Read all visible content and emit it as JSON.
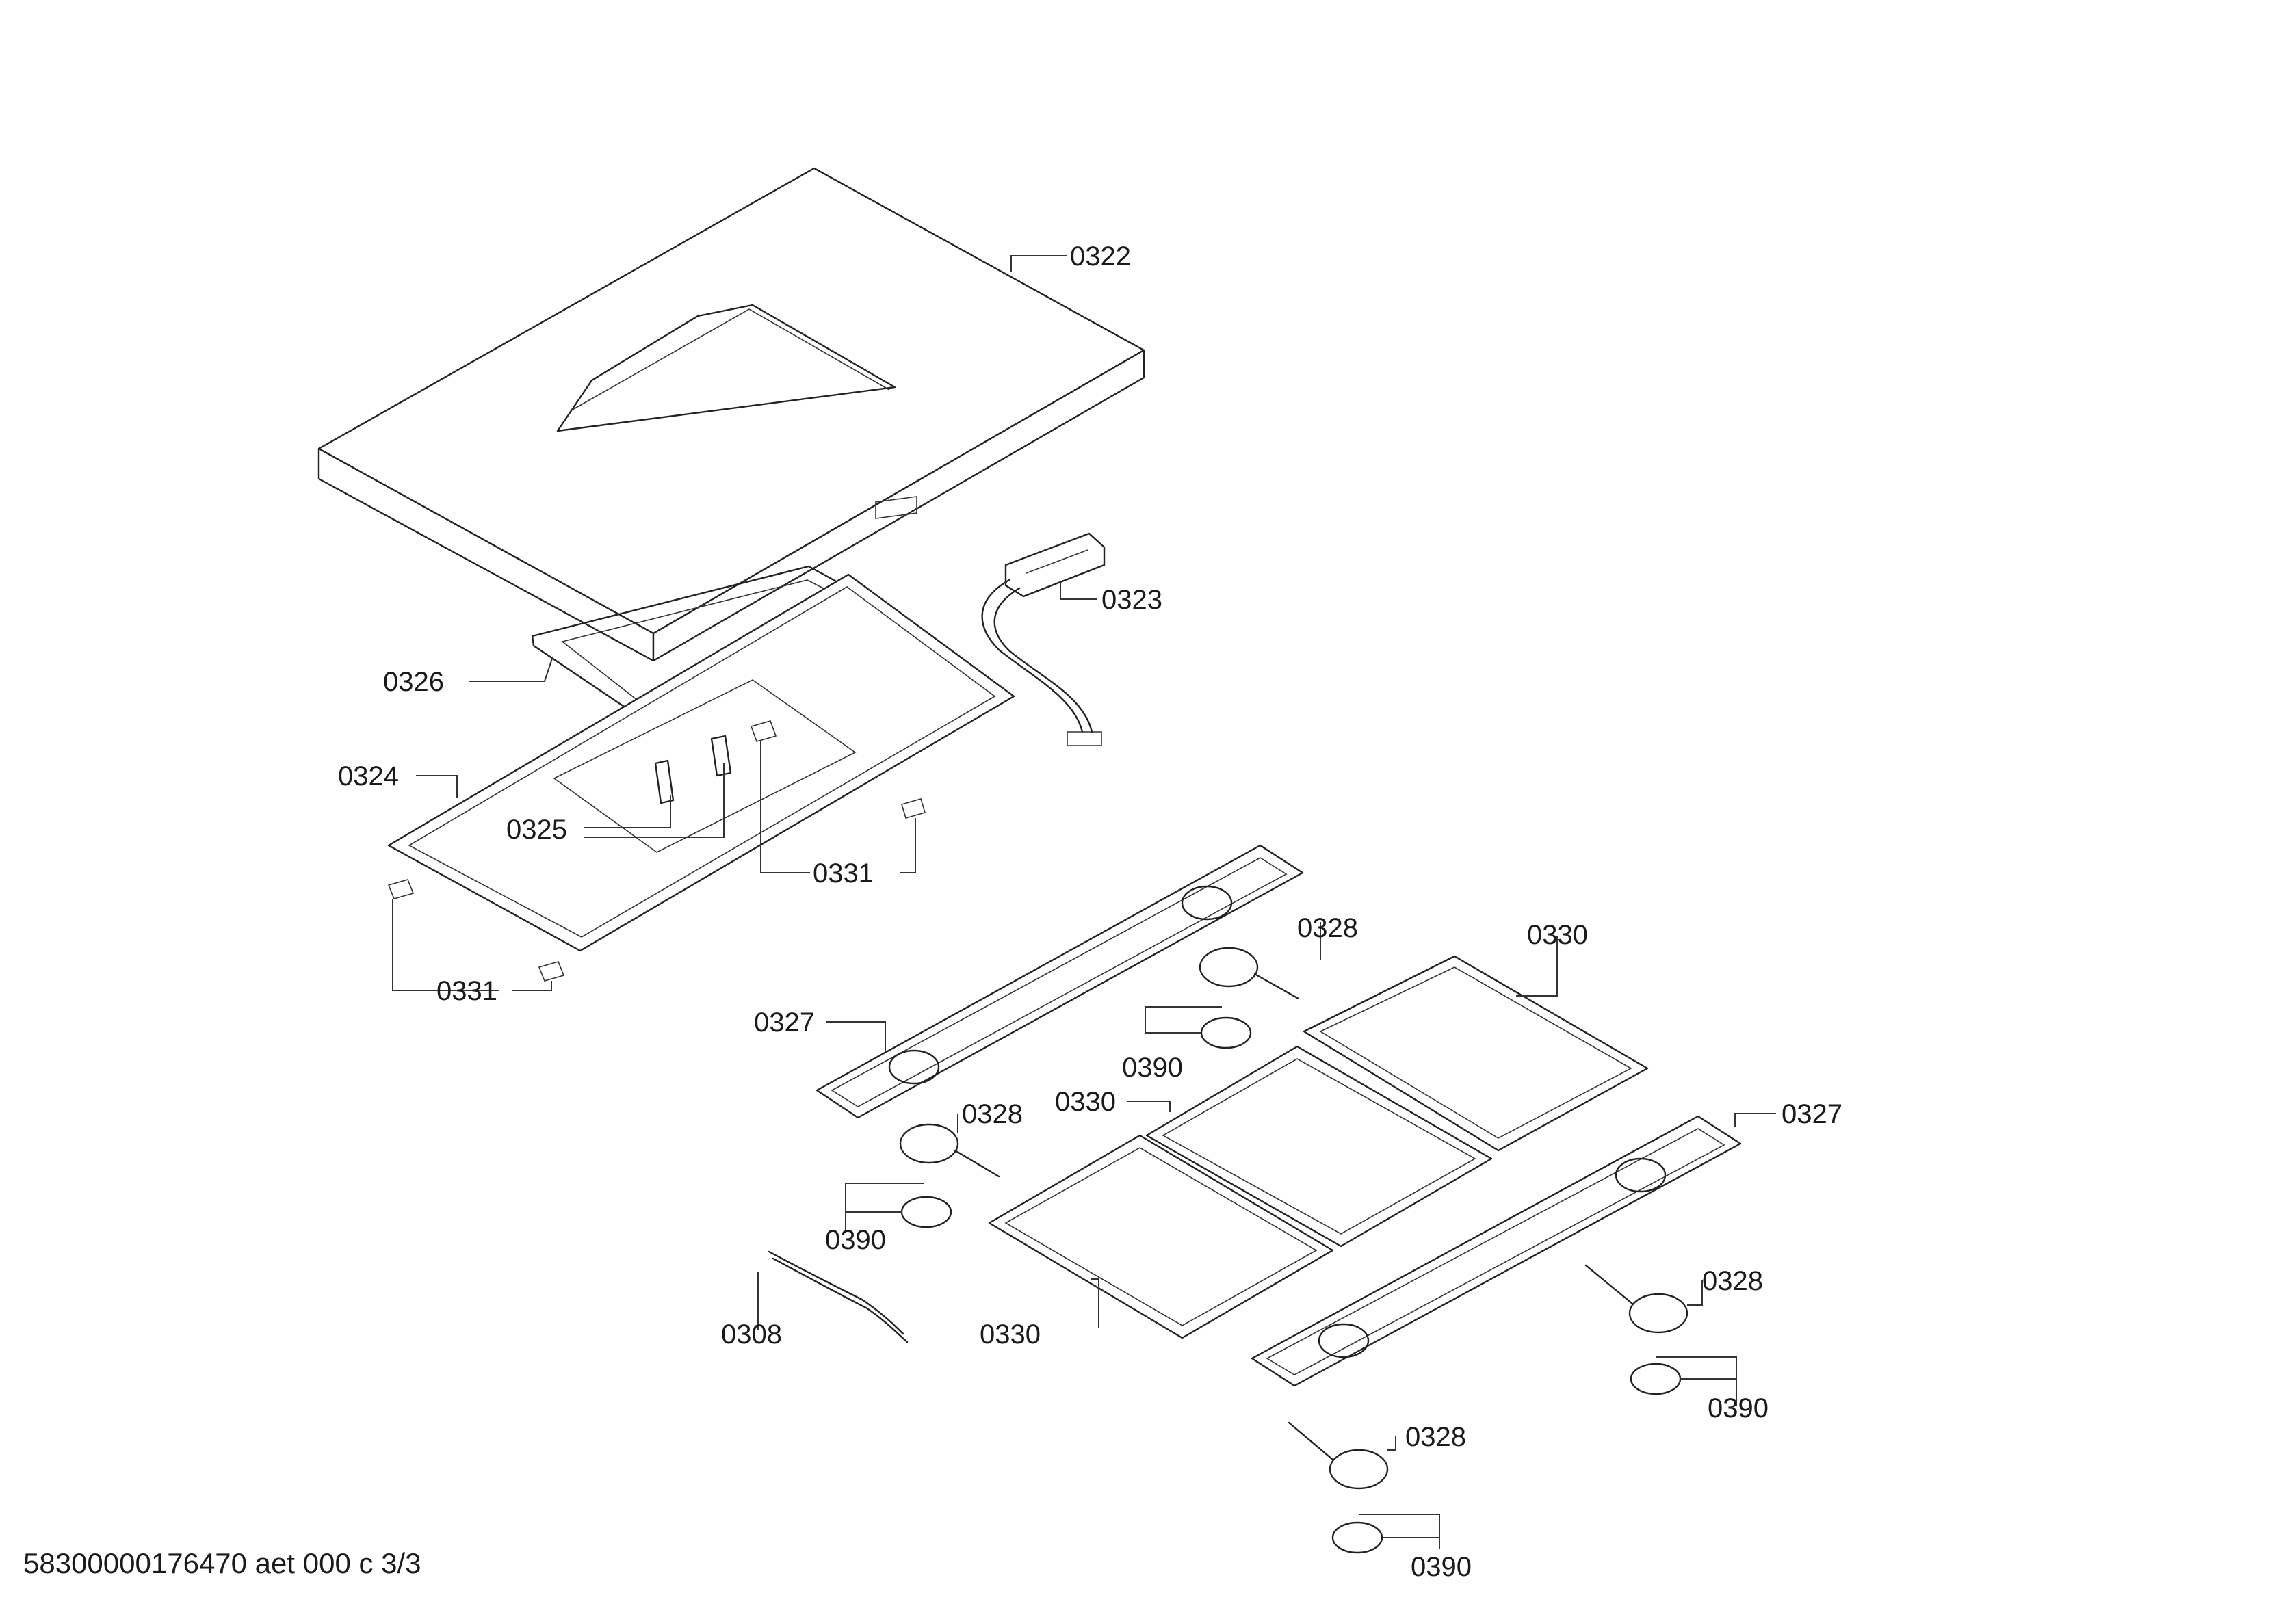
{
  "diagram": {
    "callouts": {
      "c0322": "0322",
      "c0323": "0323",
      "c0326": "0326",
      "c0324": "0324",
      "c0325": "0325",
      "c0331_a": "0331",
      "c0331_b": "0331",
      "c0327_a": "0327",
      "c0328_a": "0328",
      "c0390_a": "0390",
      "c0330_a": "0330",
      "c0330_b": "0330",
      "c0328_b": "0328",
      "c0390_b": "0390",
      "c0327_b": "0327",
      "c0308": "0308",
      "c0330_c": "0330",
      "c0328_c": "0328",
      "c0390_c": "0390",
      "c0328_d": "0328",
      "c0390_d": "0390"
    }
  },
  "footer": {
    "doc_code": "58300000176470 aet 000 c 3/3"
  }
}
